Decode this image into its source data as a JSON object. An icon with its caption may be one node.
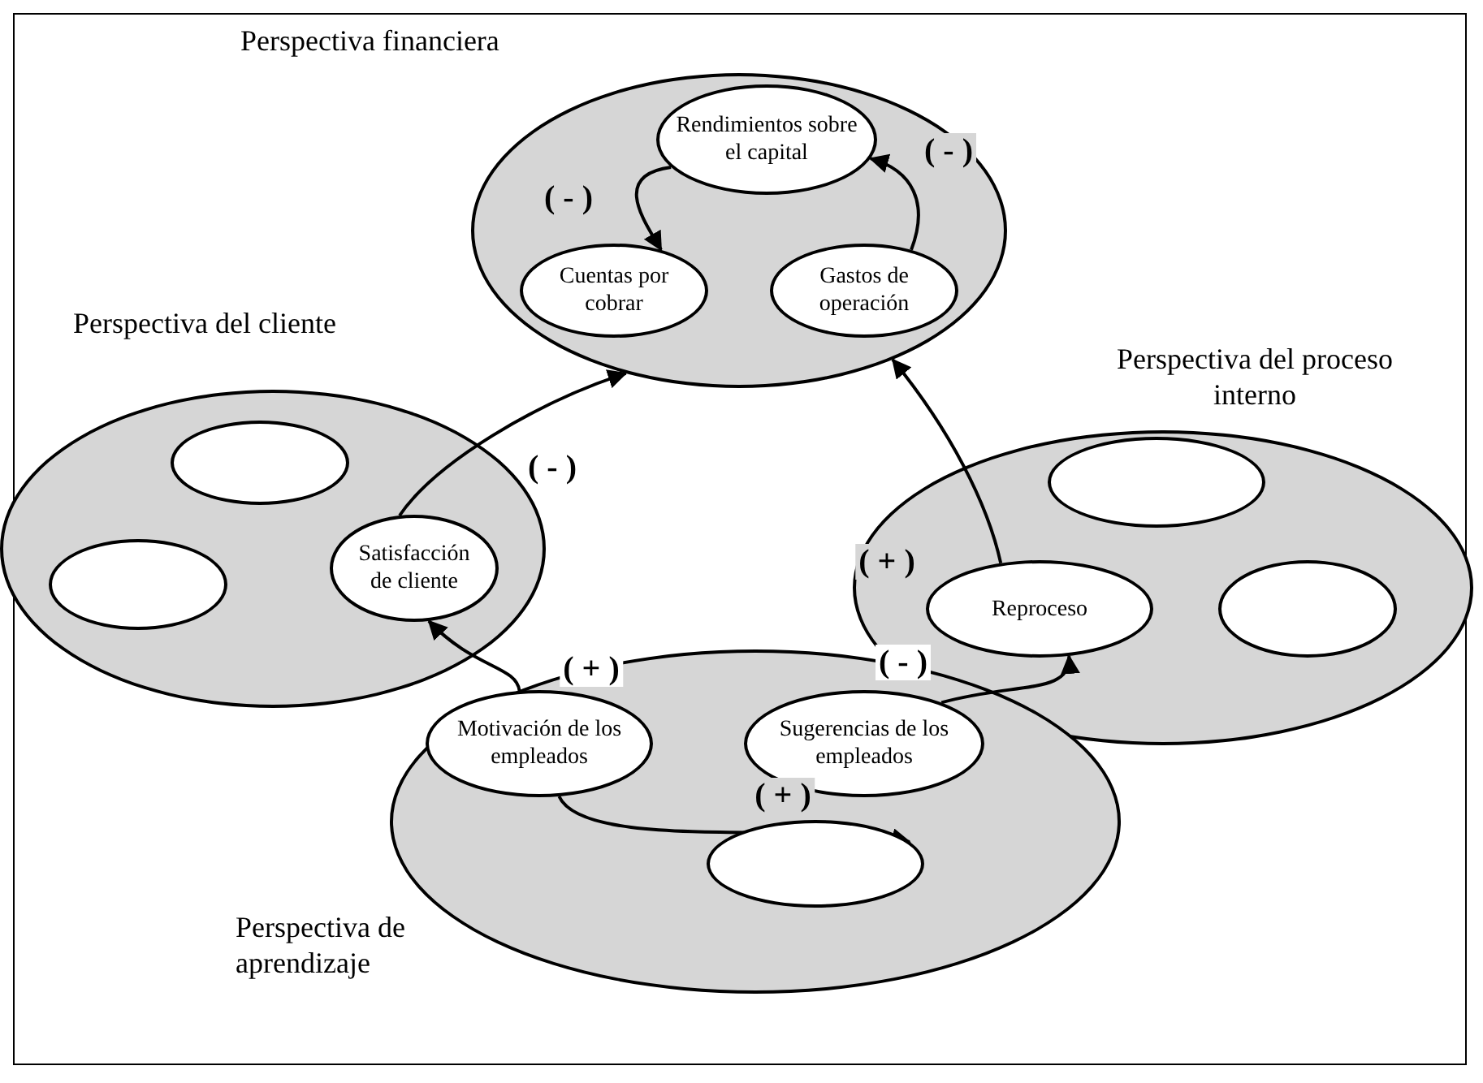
{
  "diagram": {
    "nodes": [
      {
        "text": [
          "Perspectiva financiera"
        ]
      },
      {
        "text": [
          "Rendimientos sobre el capital"
        ],
        "in": 0
      },
      {
        "text": [
          "Cuentas por cobrar"
        ],
        "in": 0
      },
      {
        "text": [
          "Gastos de operación"
        ],
        "in": 0
      },
      {
        "text": [
          "Perspectiva del cliente"
        ]
      },
      {
        "text": [],
        "shape": "ellipse",
        "in": 4
      },
      {
        "text": [],
        "shape": "ellipse",
        "in": 4
      },
      {
        "text": [
          "Satisfacción de cliente"
        ],
        "in": 4
      },
      {
        "text": [
          "Perspectiva del proceso interno"
        ]
      },
      {
        "text": [],
        "shape": "ellipse",
        "in": 8
      },
      {
        "text": [
          "Reproceso"
        ],
        "in": 8
      },
      {
        "text": [],
        "shape": "ellipse",
        "in": 8
      },
      {
        "text": [
          "Perspectiva de aprendizaje"
        ]
      },
      {
        "text": [
          "Motivación de los empleados"
        ],
        "in": 12
      },
      {
        "text": [
          "Sugerencias de los empleados"
        ],
        "in": 12
      },
      {
        "text": [],
        "shape": "ellipse",
        "in": 12
      }
    ],
    "edges": [
      {
        "from": 1,
        "to": 2,
        "arrow": "to",
        "label": "( - )"
      },
      {
        "from": 3,
        "to": 1,
        "arrow": "to",
        "label": "( - )"
      },
      {
        "from": 7,
        "to": 0,
        "arrow": "to",
        "label": "( - )"
      },
      {
        "from": 10,
        "to": 0,
        "arrow": "to",
        "label": "( + )"
      },
      {
        "from": 13,
        "to": 7,
        "arrow": "to",
        "label": "( + )"
      },
      {
        "from": 14,
        "to": 10,
        "arrow": "to",
        "label": "( - )"
      },
      {
        "from": 13,
        "to": 15,
        "arrow": "to",
        "label": "( + )"
      }
    ]
  }
}
